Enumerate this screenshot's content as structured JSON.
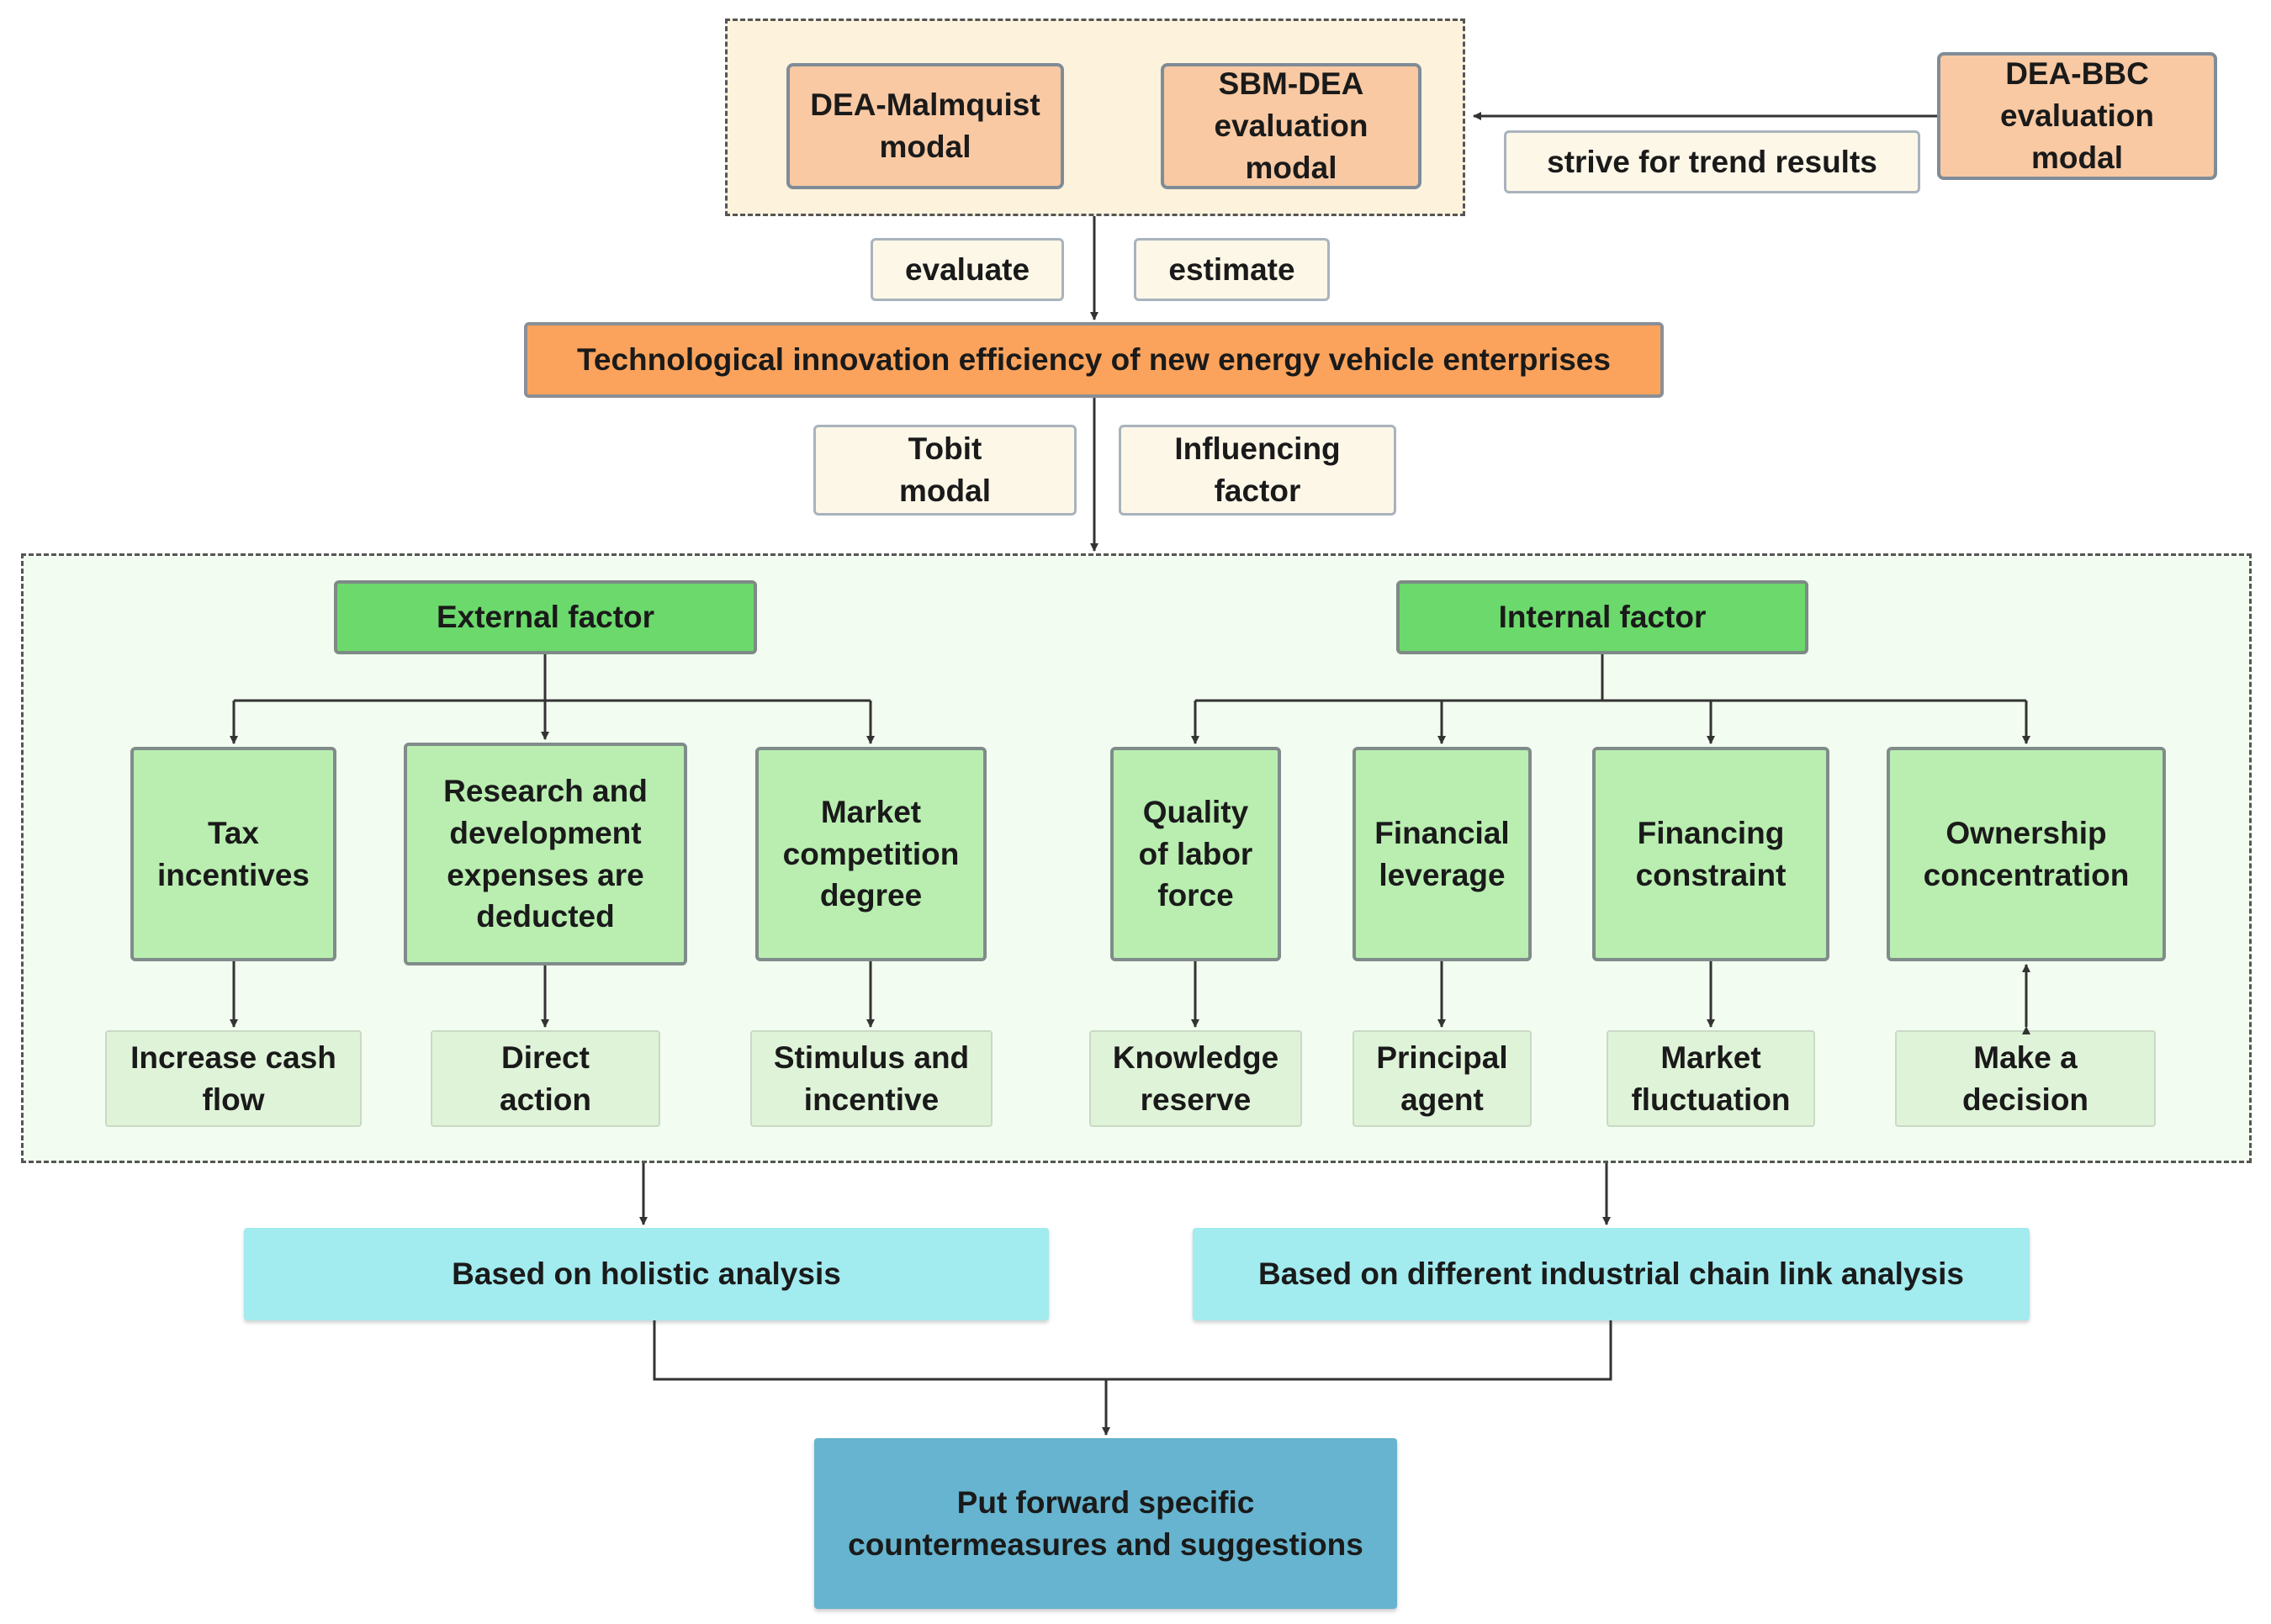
{
  "models": {
    "malmquist": "DEA-Malmquist\nmodal",
    "sbm": "SBM-DEA\nevaluation\nmodal",
    "bbc": "DEA-BBC\nevaluation\nmodal"
  },
  "tags": {
    "trend": "strive for trend results",
    "evaluate": "evaluate",
    "estimate": "estimate",
    "tobit": "Tobit\nmodal",
    "influencing": "Influencing\nfactor"
  },
  "main_title": "Technological innovation efficiency of new energy vehicle enterprises",
  "external": {
    "title": "External factor",
    "factors": [
      {
        "label": "Tax\nincentives",
        "effect": "Increase cash\nflow"
      },
      {
        "label": "Research and\ndevelopment\nexpenses are\ndeducted",
        "effect": "Direct\naction"
      },
      {
        "label": "Market\ncompetition\ndegree",
        "effect": "Stimulus and\nincentive"
      }
    ]
  },
  "internal": {
    "title": "Internal factor",
    "factors": [
      {
        "label": "Quality\nof labor\nforce",
        "effect": "Knowledge\nreserve"
      },
      {
        "label": "Financial\nleverage",
        "effect": "Principal\nagent"
      },
      {
        "label": "Financing\nconstraint",
        "effect": "Market\nfluctuation"
      },
      {
        "label": "Ownership\nconcentration",
        "effect": "Make a\ndecision"
      }
    ]
  },
  "analysis": {
    "holistic": "Based on holistic analysis",
    "chain": "Based on different industrial chain link analysis"
  },
  "final": "Put forward specific\ncountermeasures and suggestions",
  "colors": {
    "model": "#f8c9a3",
    "main": "#fba35c",
    "green_head": "#6bd96b",
    "factor": "#b9eeb0",
    "analysis": "#a2ebef",
    "final": "#66b4cf"
  }
}
